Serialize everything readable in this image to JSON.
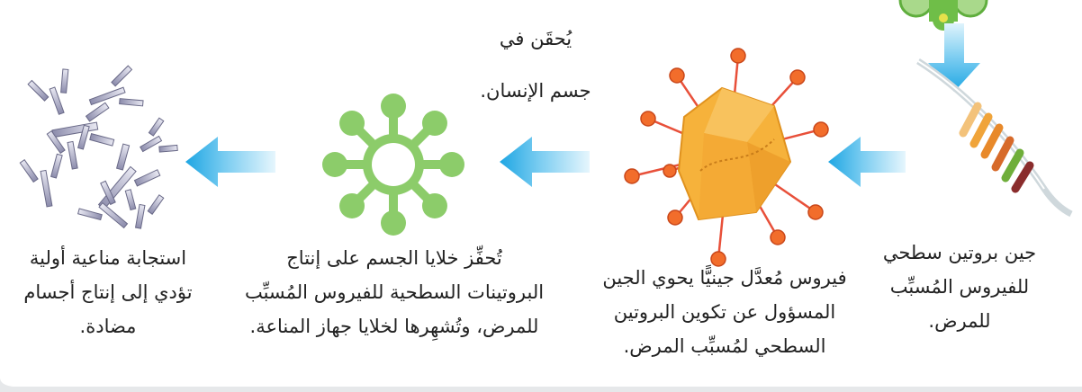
{
  "captions": {
    "gene": [
      "جين بروتين سطحي",
      "للفيروس المُسبِّب",
      "للمرض."
    ],
    "virus": [
      "فيروس مُعدَّل جينيًّا يحوي الجين",
      "المسؤول عن تكوين البروتين",
      "السطحي لمُسبِّب المرض."
    ],
    "injection": [
      "يُحقَن في",
      "جسم الإنسان."
    ],
    "stimulate": [
      "تُحفِّز خلايا الجسم على إنتاج",
      "البروتينات السطحية للفيروس المُسبِّب",
      "للمرض، وتُشهِرها لخلايا جهاز المناعة."
    ],
    "response": [
      "استجابة مناعية أولية",
      "تؤدي إلى إنتاج أجسام",
      "مضادة."
    ]
  },
  "icons": [
    "plasmid-icon",
    "gene-strand-icon",
    "virus-icon",
    "cell-icon",
    "antibodies-icon",
    "arrow-down-icon",
    "arrow-left-icon"
  ],
  "colors": {
    "arrow": "#35b5ea",
    "cell": "#8ccc6a",
    "virus": "#f5a623",
    "spike": "#e8503a"
  }
}
